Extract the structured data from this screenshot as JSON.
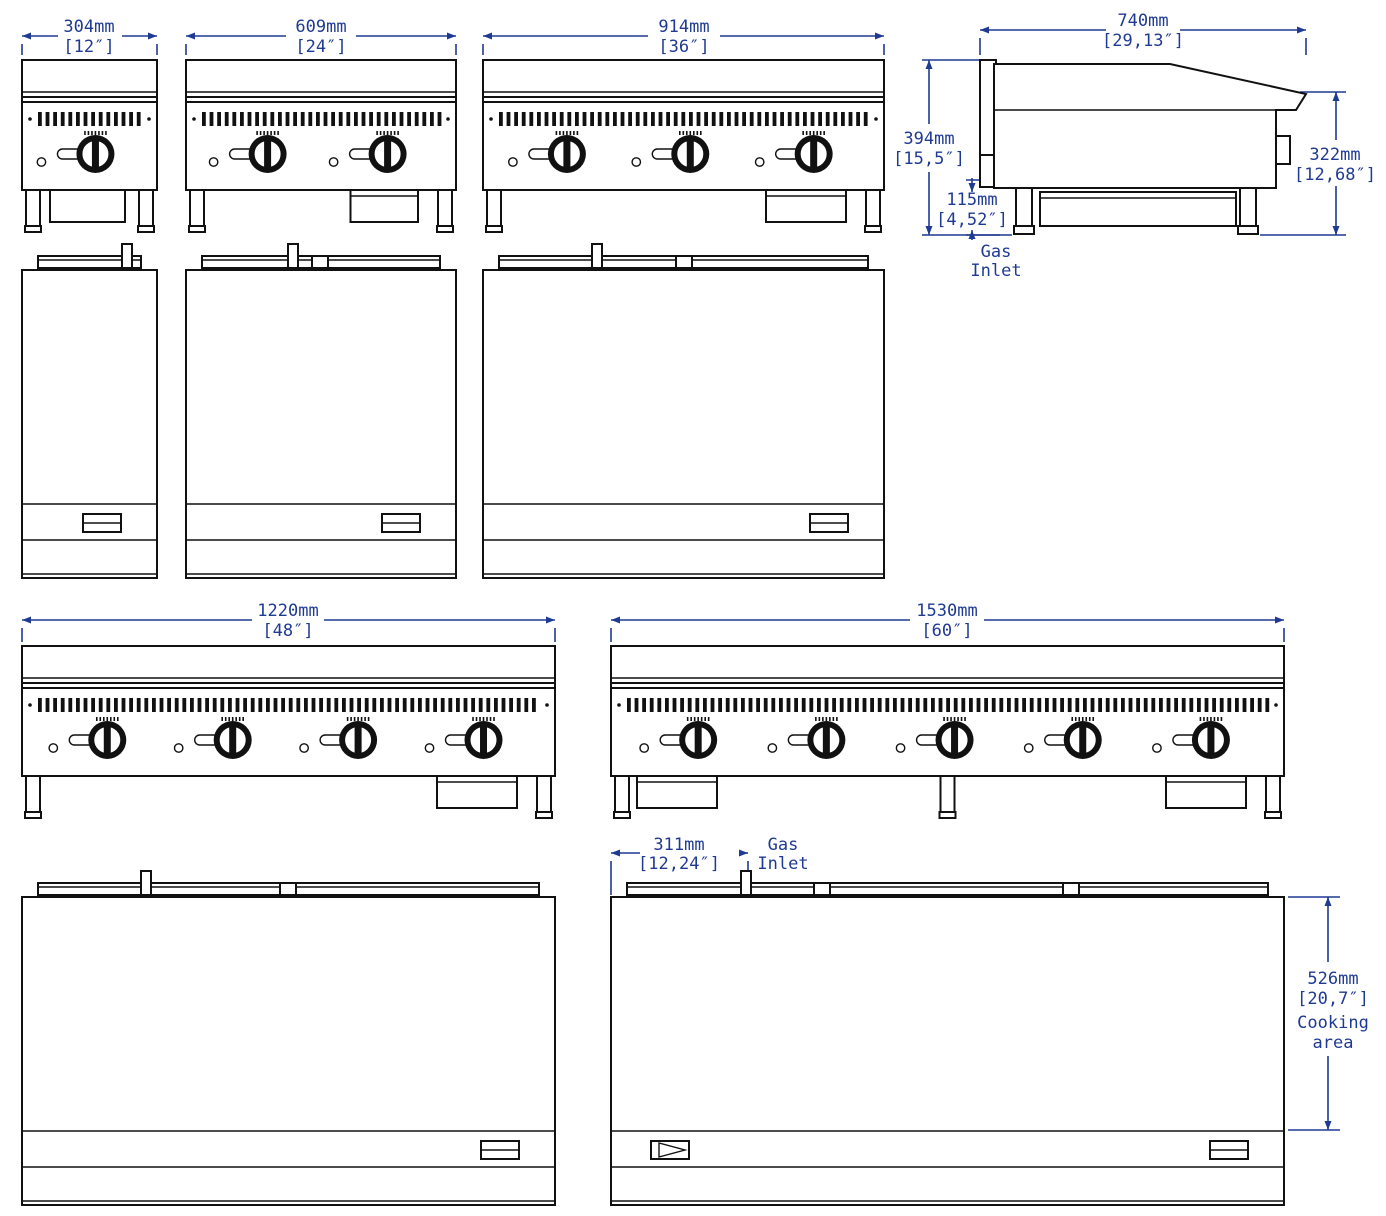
{
  "colors": {
    "dimension": "#1f3a93",
    "outline": "#111111",
    "background": "#ffffff"
  },
  "dimensions": {
    "w304": {
      "mm": "304mm",
      "inch": "[12″]"
    },
    "w609": {
      "mm": "609mm",
      "inch": "[24″]"
    },
    "w914": {
      "mm": "914mm",
      "inch": "[36″]"
    },
    "w1220": {
      "mm": "1220mm",
      "inch": "[48″]"
    },
    "w1530": {
      "mm": "1530mm",
      "inch": "[60″]"
    },
    "depth": {
      "mm": "740mm",
      "inch": "[29,13″]"
    },
    "height": {
      "mm": "394mm",
      "inch": "[15,5″]"
    },
    "control_height": {
      "mm": "322mm",
      "inch": "[12,68″]"
    },
    "inlet_height": {
      "mm": "115mm",
      "inch": "[4,52″]"
    },
    "inlet_offset": {
      "mm": "311mm",
      "inch": "[12,24″]"
    },
    "cooking_depth": {
      "mm": "526mm",
      "inch": "[20,7″]",
      "note1": "Cooking",
      "note2": "area"
    }
  },
  "labels": {
    "gas": "Gas",
    "inlet": "Inlet"
  },
  "units": [
    {
      "id": "u12",
      "burners": 1
    },
    {
      "id": "u24",
      "burners": 2
    },
    {
      "id": "u36",
      "burners": 3
    },
    {
      "id": "u48",
      "burners": 4
    },
    {
      "id": "u60",
      "burners": 5
    }
  ]
}
